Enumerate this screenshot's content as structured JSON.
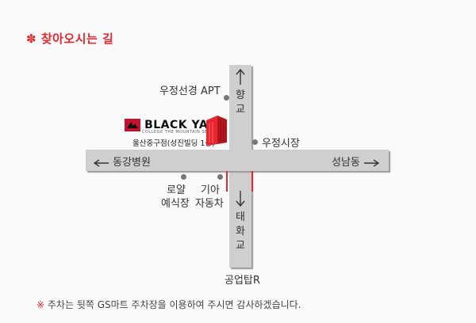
{
  "title": "찾아오시는 길",
  "title_mark": "✽",
  "roads": {
    "north_label": "향교",
    "south_label": "태화교",
    "west_label": "동강병원",
    "east_label": "성남동"
  },
  "landmarks": {
    "apt": "우정선경 APT",
    "market": "우정시장",
    "wedding_line1": "로얄",
    "wedding_line2": "예식장",
    "kia_line1": "기아",
    "kia_line2": "자동차",
    "bottom": "공업탑R"
  },
  "store": {
    "brand": "BLACK YAK",
    "brand_sub": "COLLEGE THE MOUNTAIN SERIES",
    "name": "울산중구점(성진빌딩 1층)"
  },
  "footer": {
    "mark": "※",
    "text": "주차는 뒷쪽 GS마트 주차장을 이용하여 주시면 감사하겠습니다."
  },
  "colors": {
    "accent": "#e8262e",
    "road": "#cfcfcf",
    "road_shadow": "#9a9a9a"
  },
  "icons": [
    "arrow-up-icon",
    "arrow-down-icon",
    "arrow-left-icon",
    "arrow-right-icon",
    "location-dot-icon",
    "store-building-icon",
    "brand-logo-icon"
  ]
}
